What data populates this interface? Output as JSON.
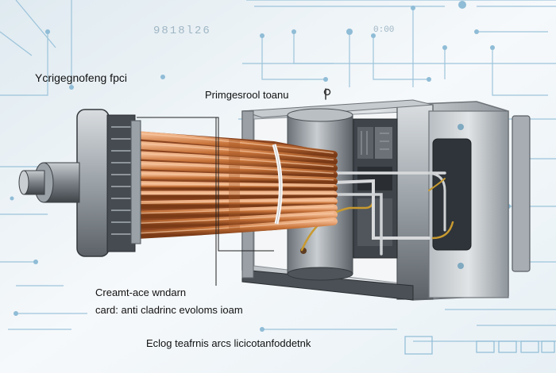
{
  "labels": {
    "top_left": "Ycrigegnofeng fpci",
    "top_center": "Primgesrool toanu",
    "bottom_line1": "Creamt-ace wndarn",
    "bottom_line2": "card: anti cladrinc evoloms ioam",
    "caption": "Eclog teafrnis arcs licicotanfoddetnk"
  },
  "background_text": {
    "digits_1": "9818l26",
    "digits_2": "0:00"
  },
  "colors": {
    "background": "#eef4f7",
    "schematic_lines": "#7fb2d0",
    "copper": "#c8743a",
    "housing": "#8c9298",
    "dark_metal": "#3b4046"
  }
}
